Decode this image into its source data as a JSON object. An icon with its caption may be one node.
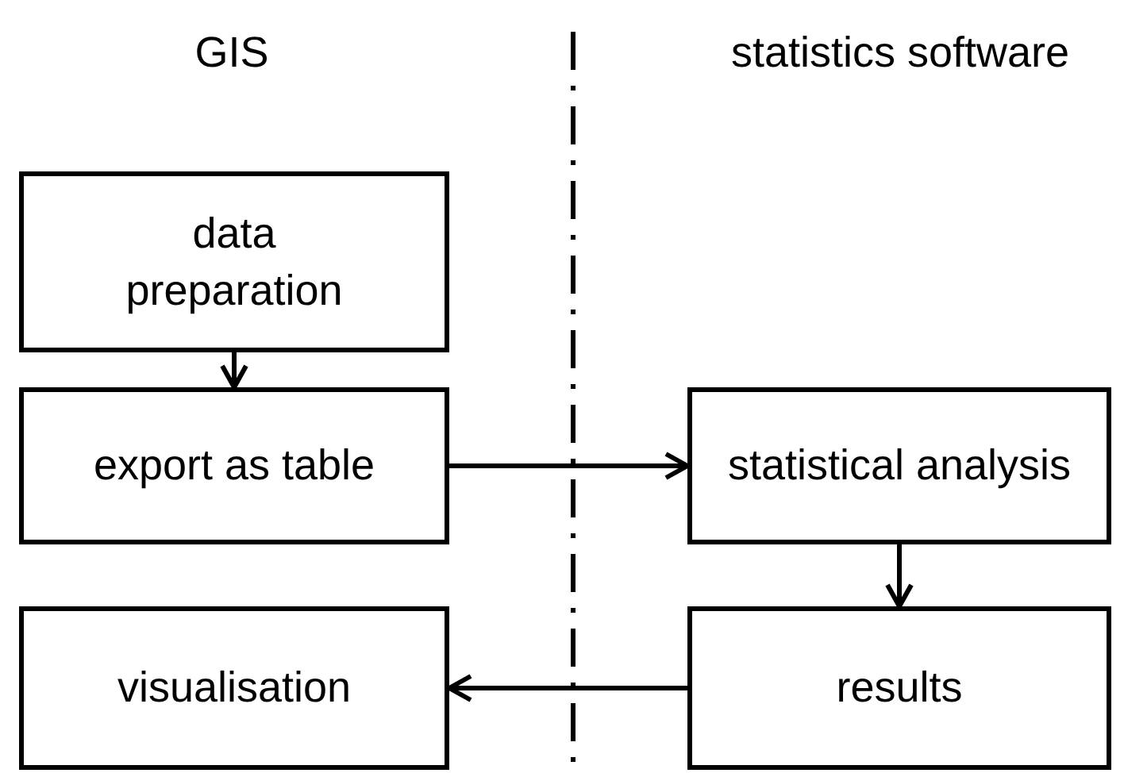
{
  "diagram": {
    "nodes": [
      {
        "text": [
          "data preparation"
        ]
      },
      {
        "text": [
          "export as table"
        ]
      },
      {
        "text": [
          "statistical analysis"
        ]
      },
      {
        "text": [
          "results"
        ]
      },
      {
        "text": [
          "visualisation"
        ]
      }
    ],
    "edges": [
      {
        "from": 0,
        "to": 1,
        "arrow": "to"
      },
      {
        "from": 1,
        "to": 2,
        "arrow": "to"
      },
      {
        "from": 2,
        "to": 3,
        "arrow": "to"
      },
      {
        "from": 3,
        "to": 4,
        "arrow": "to"
      }
    ],
    "labels": [
      "GIS",
      "statistics software"
    ]
  }
}
